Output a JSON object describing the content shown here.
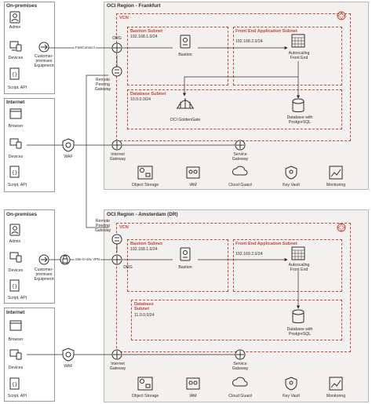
{
  "top": {
    "onprem1": {
      "title": "On-premises",
      "admin": "Admin",
      "devices": "Devices",
      "script": "Script, API",
      "cpe": "Customer-premises Equipment"
    },
    "internet1": {
      "title": "Internet",
      "browser": "Browser",
      "devices": "Devices",
      "script": "Script, API",
      "waf": "WAF"
    },
    "fastconnect": "FastConnect",
    "region": {
      "title": "OCI Region - Frankfurt",
      "vcn": "VCN",
      "drg": "DRG",
      "rpg": "Remote Peering Gateway",
      "bastion_subnet": {
        "title": "Bastion Subnet",
        "cidr": "192.168.1.0/24",
        "node": "Bastion"
      },
      "fe_subnet": {
        "title": "Front End Application Subnet",
        "cidr": "192.168.2.0/24",
        "node": "Autoscaling Front End"
      },
      "db_subnet": {
        "title": "Database Subnet",
        "cidr": "10.0.0.0/24",
        "gg": "OCI GoldenGate",
        "db": "Database with PostgreSQL"
      },
      "igw": "Internet Gateway",
      "sgw": "Service Gateway",
      "services": [
        "Object Storage",
        "IAM",
        "Cloud Guard",
        "Key Vault",
        "Monitoring"
      ]
    }
  },
  "bottom": {
    "onprem2": {
      "title": "On-premises",
      "admin": "Admin",
      "devices": "Devices",
      "script": "Script, API",
      "cpe": "Customer-premises Equipment"
    },
    "internet2": {
      "title": "Internet",
      "browser": "Browser",
      "devices": "Devices",
      "script": "Script, API",
      "waf": "WAF"
    },
    "vpn": "Site-to-site VPN",
    "region": {
      "title": "OCI Region - Amsterdam (DR)",
      "vcn": "VCN",
      "drg": "DRG",
      "rpg": "Remote Peering Gateway",
      "bastion_subnet": {
        "title": "Bastion Subnet",
        "cidr": "192.168.1.0/24",
        "node": "Bastion"
      },
      "fe_subnet": {
        "title": "Front End Application Subnet",
        "cidr": "192.169.2.0/24",
        "node": "Autoscaling Front End"
      },
      "db_subnet": {
        "title": "Database Subnet",
        "cidr": "11.0.0.0/24",
        "db": "Database with PostgreSQL"
      },
      "igw": "Internet Gateway",
      "sgw": "Service Gateway",
      "services": [
        "Object Storage",
        "IAM",
        "Cloud Guard",
        "Key Vault",
        "Monitoring"
      ]
    }
  },
  "colors": {
    "oracle_red": "#c74634",
    "dark": "#312d2a",
    "region_bg": "#f3f1ef"
  }
}
